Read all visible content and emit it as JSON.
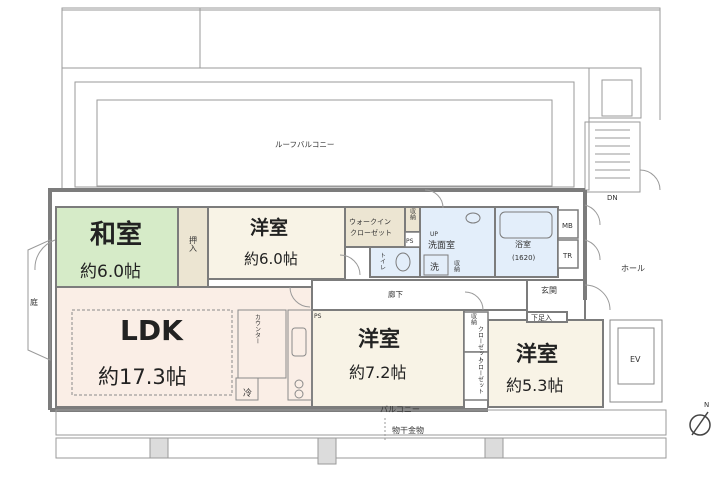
{
  "rooms": {
    "washitsu": {
      "name": "和室",
      "area": "約6.0帖"
    },
    "youshitsu1": {
      "name": "洋室",
      "area": "約6.0帖"
    },
    "ldk": {
      "name": "LDK",
      "area": "約17.3帖"
    },
    "youshitsu2": {
      "name": "洋室",
      "area": "約7.2帖"
    },
    "youshitsu3": {
      "name": "洋室",
      "area": "約5.3帖"
    }
  },
  "labels": {
    "roof_balcony": "ルーフバルコニー",
    "balcony": "バルコニー",
    "monohoshi": "物干金物",
    "garden": "庭",
    "hall": "ホール",
    "corridor": "廊下",
    "entrance": "玄関",
    "shoe_storage": "下足入",
    "oshiire": "押入",
    "walkin_1": "ウォークイン",
    "walkin_2": "クローゼット",
    "shuno": "収納",
    "shuno_b": "収納",
    "shuno_c": "収納",
    "ps": "PS",
    "ps2": "PS",
    "toilet": "トイレ",
    "up": "UP",
    "washroom": "洗面室",
    "wash": "洗",
    "bath": "浴室",
    "bath_size": "(1620)",
    "mb": "MB",
    "tr": "TR",
    "ev": "EV",
    "dn": "DN",
    "counter": "カウンター",
    "fridge": "冷",
    "closet_a": "クローゼット",
    "closet_b": "クローゼット"
  },
  "colors": {
    "washitsu": "#d6ebc8",
    "ldk": "#faeee6",
    "youshitsu": "#f8f3e6",
    "wet": "#e3eefa",
    "storage": "#ece5d2",
    "wall": "#8a8a8a",
    "line": "#aaaaaa"
  }
}
